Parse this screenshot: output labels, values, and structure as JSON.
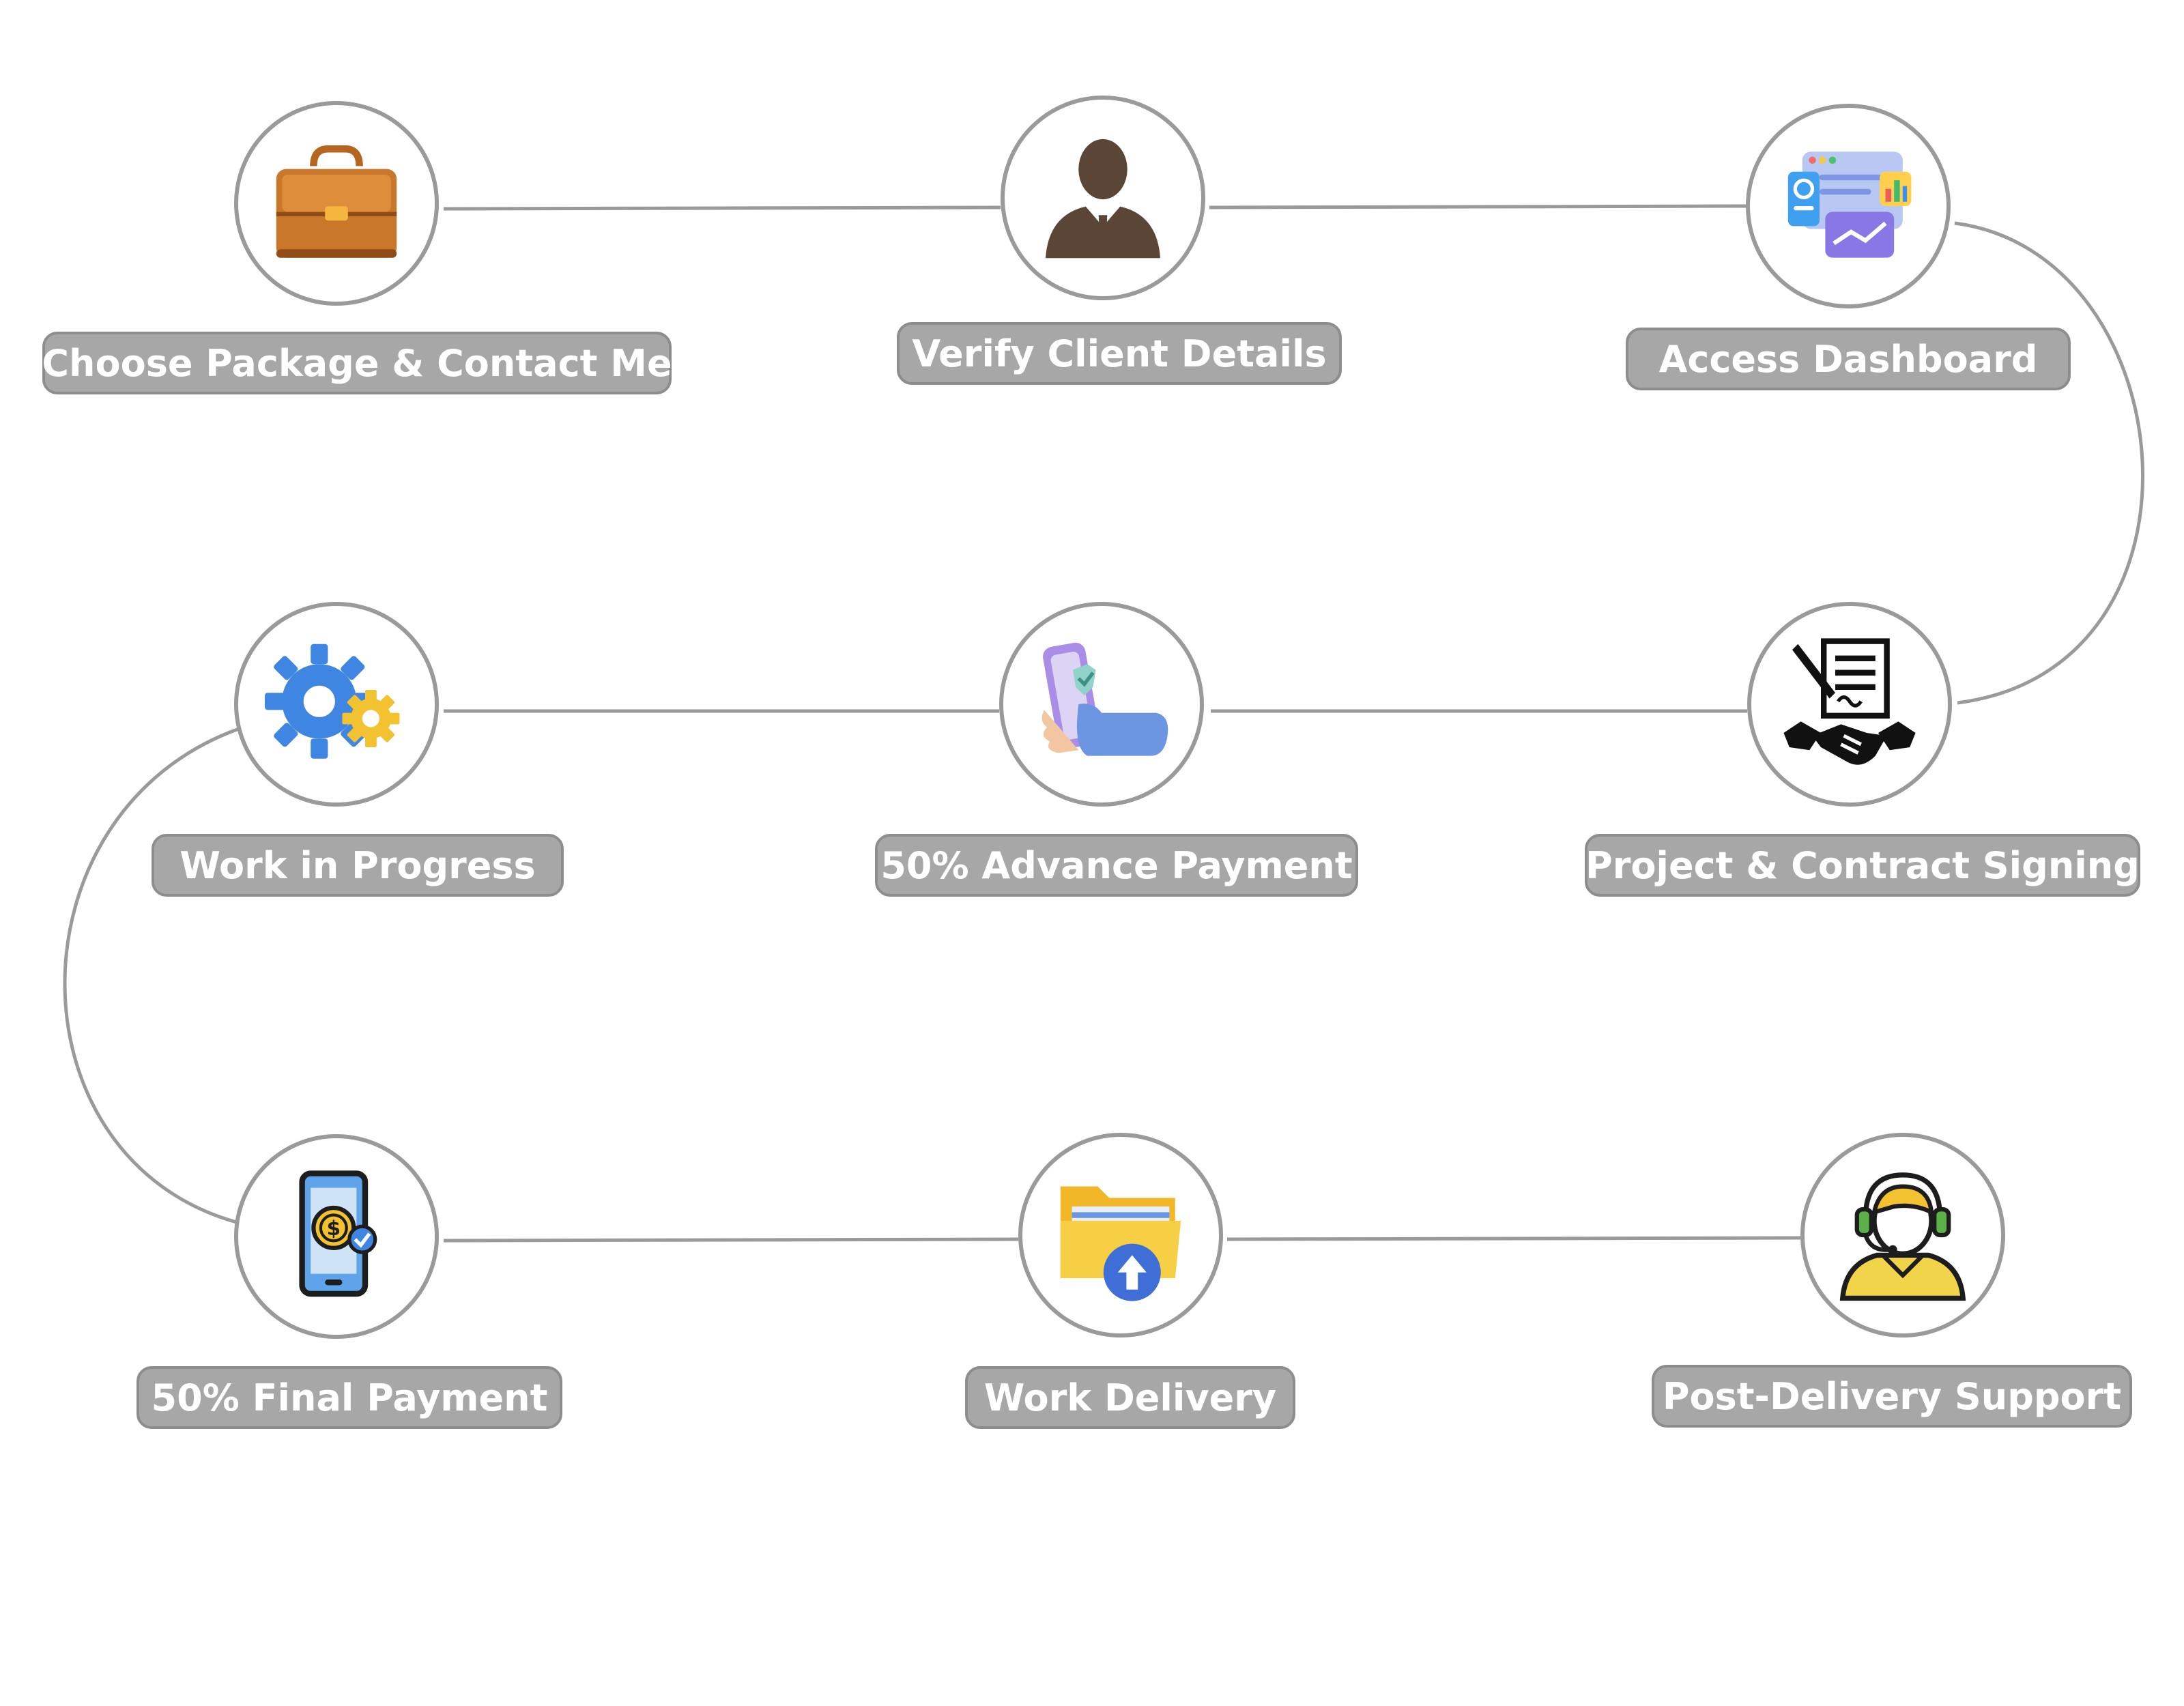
{
  "colors": {
    "line": "#9a9a9a",
    "label_bg": "#a7a7a7",
    "label_text": "#ffffff"
  },
  "steps": [
    {
      "label": "Choose Package & Contact Me",
      "icon": "briefcase-icon"
    },
    {
      "label": "Verify Client Details",
      "icon": "businessman-icon"
    },
    {
      "label": "Access Dashboard",
      "icon": "dashboard-icon"
    },
    {
      "label": "Project & Contract Signing",
      "icon": "contract-handshake-icon"
    },
    {
      "label": "50% Advance Payment",
      "icon": "phone-in-hand-icon"
    },
    {
      "label": "Work in Progress",
      "icon": "gears-icon"
    },
    {
      "label": "50% Final Payment",
      "icon": "mobile-payment-icon"
    },
    {
      "label": "Work Delivery",
      "icon": "folder-upload-icon"
    },
    {
      "label": "Post-Delivery Support",
      "icon": "support-agent-icon"
    }
  ]
}
